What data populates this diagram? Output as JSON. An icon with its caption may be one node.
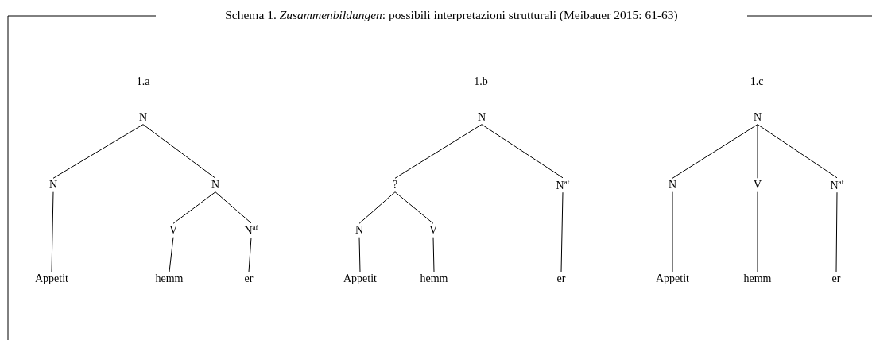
{
  "diagram": {
    "title": "Schema 1. *Zusammenbildungen*: possibili interpretazioni strutturali (Meibauer 2015: 61-63)",
    "nodes": [
      {
        "text": [
          "N"
        ]
      },
      {
        "text": [
          "N"
        ]
      },
      {
        "text": [
          "N"
        ]
      },
      {
        "text": [
          "V"
        ]
      },
      {
        "text": [
          "N$^{af}$"
        ]
      },
      {
        "text": [
          "Appetit"
        ]
      },
      {
        "text": [
          "hemm"
        ]
      },
      {
        "text": [
          "er"
        ]
      },
      {
        "text": [
          "N"
        ]
      },
      {
        "text": [
          "?"
        ]
      },
      {
        "text": [
          "N$^{af}$"
        ]
      },
      {
        "text": [
          "N"
        ]
      },
      {
        "text": [
          "V"
        ]
      },
      {
        "text": [
          "Appetit"
        ]
      },
      {
        "text": [
          "hemm"
        ]
      },
      {
        "text": [
          "er"
        ]
      },
      {
        "text": [
          "N"
        ]
      },
      {
        "text": [
          "N"
        ]
      },
      {
        "text": [
          "V"
        ]
      },
      {
        "text": [
          "N$^{af}$"
        ]
      },
      {
        "text": [
          "Appetit"
        ]
      },
      {
        "text": [
          "hemm"
        ]
      },
      {
        "text": [
          "er"
        ]
      }
    ],
    "edges": [
      {
        "from": 0,
        "to": 1,
        "arrow": "none"
      },
      {
        "from": 0,
        "to": 2,
        "arrow": "none"
      },
      {
        "from": 1,
        "to": 5,
        "arrow": "none"
      },
      {
        "from": 2,
        "to": 3,
        "arrow": "none"
      },
      {
        "from": 2,
        "to": 4,
        "arrow": "none"
      },
      {
        "from": 3,
        "to": 6,
        "arrow": "none"
      },
      {
        "from": 4,
        "to": 7,
        "arrow": "none"
      },
      {
        "from": 8,
        "to": 9,
        "arrow": "none"
      },
      {
        "from": 8,
        "to": 10,
        "arrow": "none"
      },
      {
        "from": 9,
        "to": 11,
        "arrow": "none"
      },
      {
        "from": 9,
        "to": 12,
        "arrow": "none"
      },
      {
        "from": 11,
        "to": 13,
        "arrow": "none"
      },
      {
        "from": 12,
        "to": 14,
        "arrow": "none"
      },
      {
        "from": 10,
        "to": 15,
        "arrow": "none"
      },
      {
        "from": 16,
        "to": 17,
        "arrow": "none"
      },
      {
        "from": 16,
        "to": 18,
        "arrow": "none"
      },
      {
        "from": 16,
        "to": 19,
        "arrow": "none"
      },
      {
        "from": 17,
        "to": 20,
        "arrow": "none"
      },
      {
        "from": 18,
        "to": 21,
        "arrow": "none"
      },
      {
        "from": 19,
        "to": 22,
        "arrow": "none"
      }
    ],
    "labels": [
      "1.a",
      "1.b",
      "1.c"
    ]
  }
}
